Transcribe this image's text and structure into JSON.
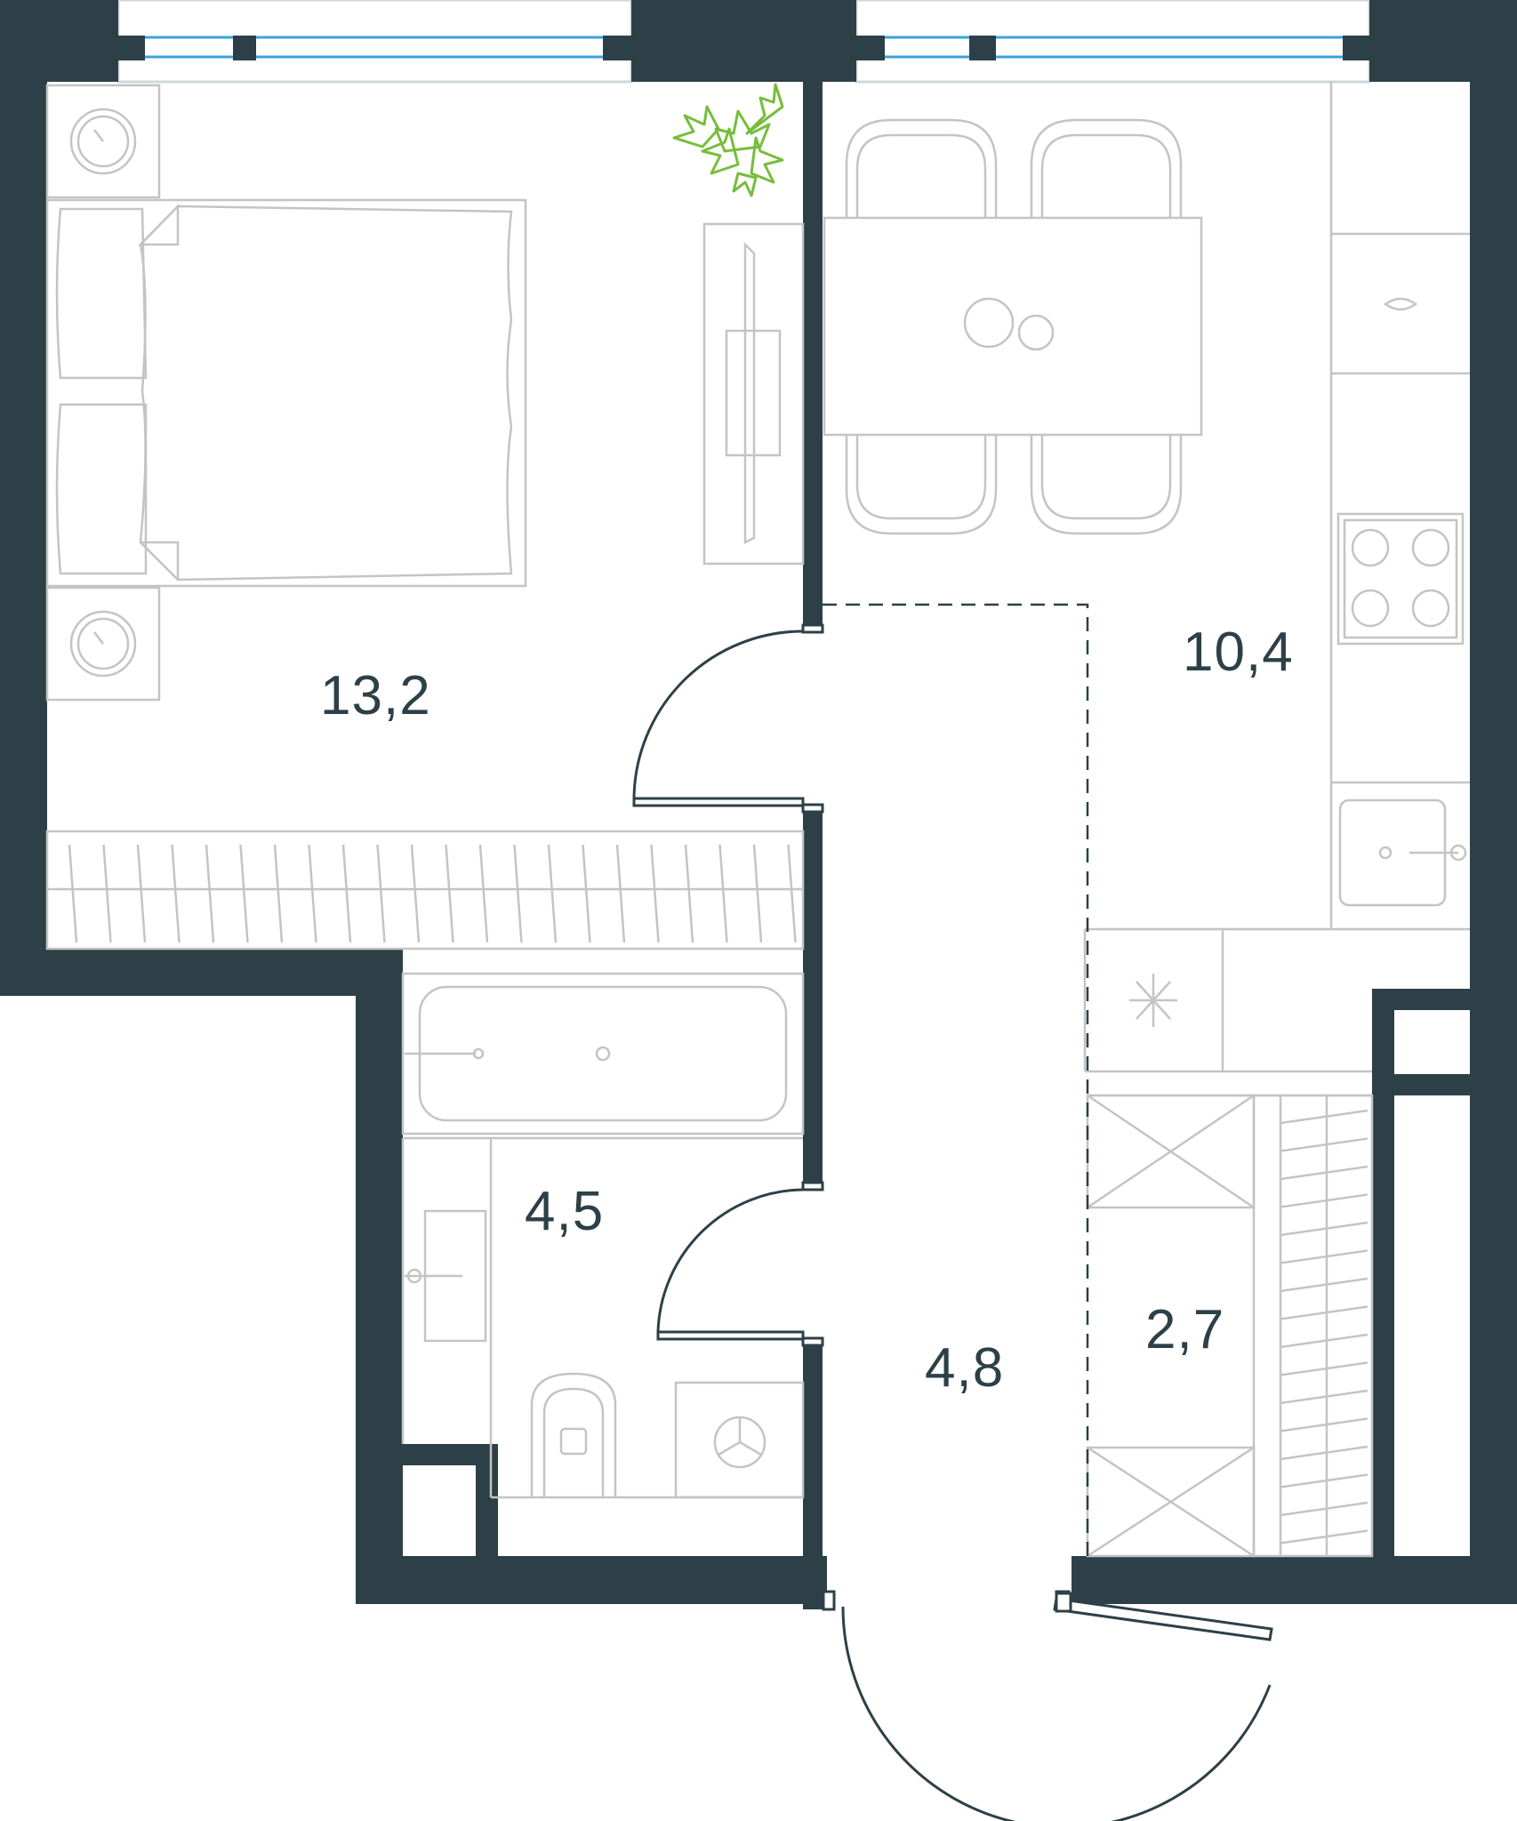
{
  "plan": {
    "colors": {
      "wall": "#2d4047",
      "furniture": "#c4c4c4",
      "window_glass": "#3aa3dc",
      "plant": "#77bd3c"
    },
    "rooms": [
      {
        "id": "bedroom",
        "area": "13,2"
      },
      {
        "id": "kitchen",
        "area": "10,4"
      },
      {
        "id": "bathroom",
        "area": "4,5"
      },
      {
        "id": "hallway",
        "area": "4,8"
      },
      {
        "id": "storage",
        "area": "2,7"
      }
    ],
    "icons": [
      "bed-icon",
      "nightstand-icon",
      "wardrobe-icon",
      "tv-stand-icon",
      "plant-icon",
      "dining-table-icon",
      "chair-icon",
      "cooktop-icon",
      "sink-icon",
      "fridge-icon",
      "bathtub-icon",
      "washbasin-icon",
      "toilet-icon",
      "washing-machine-icon",
      "closet-icon",
      "shelving-icon",
      "door-icon",
      "window-icon"
    ]
  }
}
